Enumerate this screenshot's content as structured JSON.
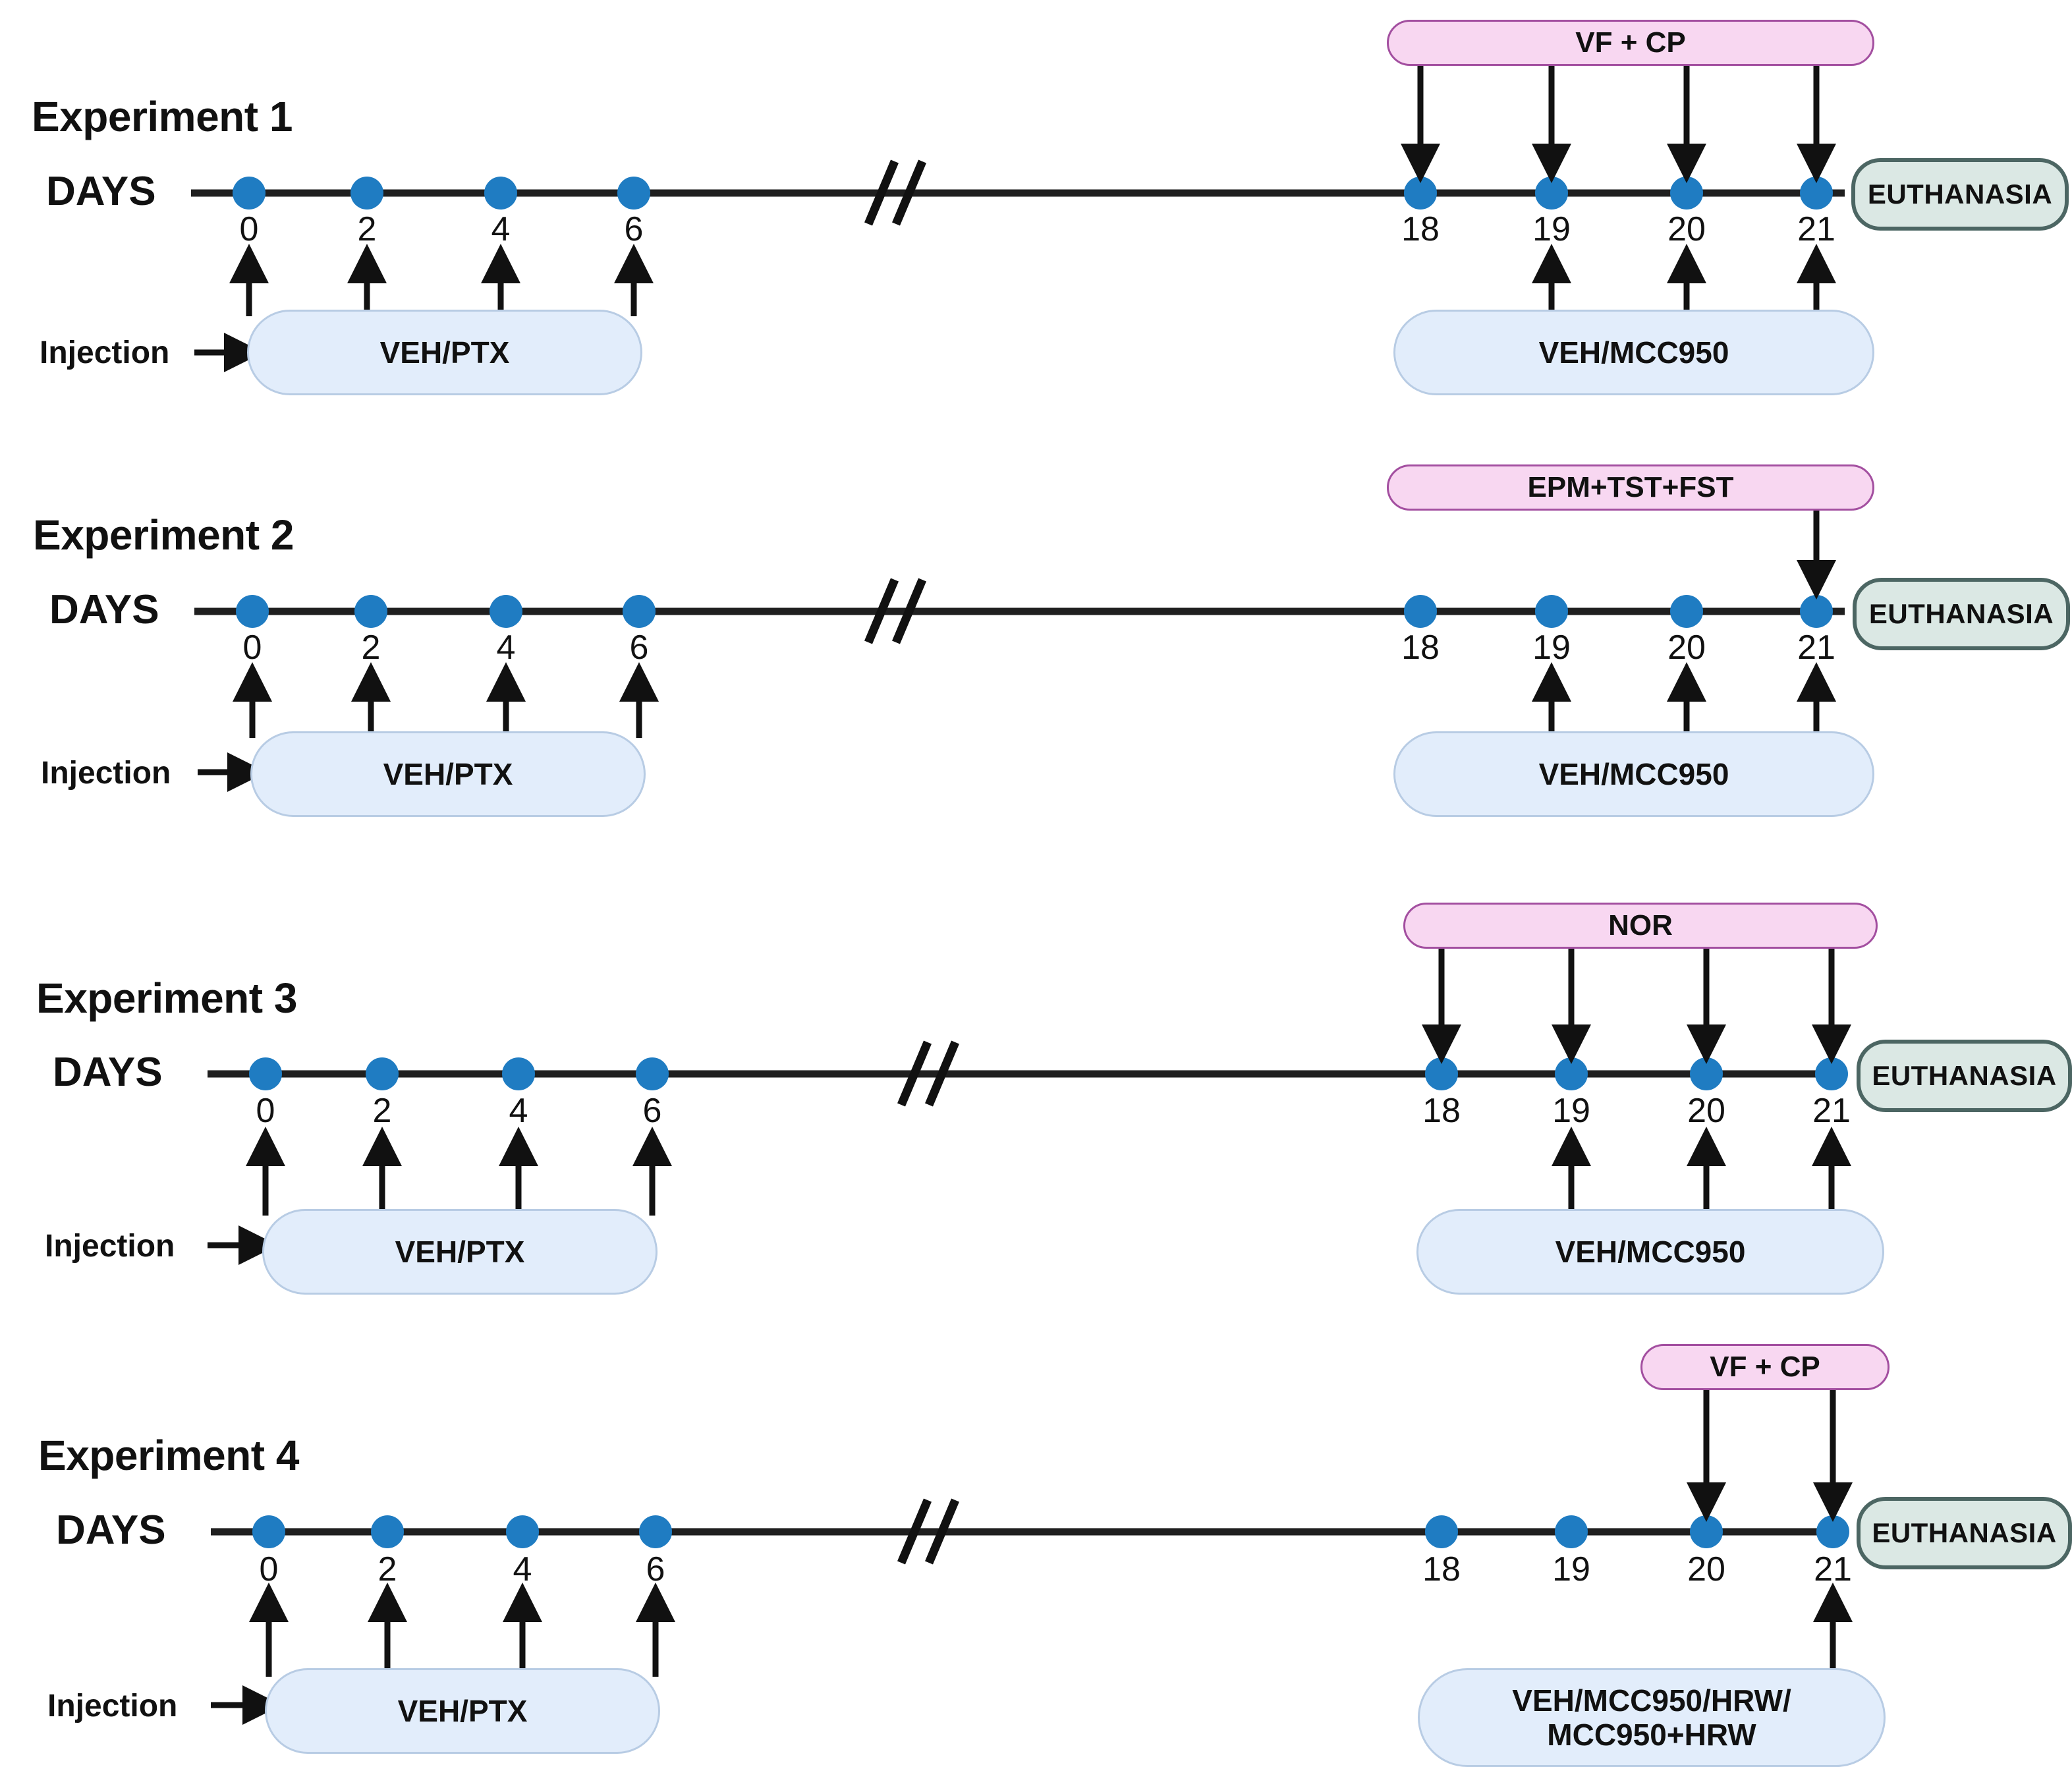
{
  "figure": {
    "type": "experimental-timeline-diagram",
    "colors": {
      "timeline_dot": "#1f7cc2",
      "timeline_line": "#1f1f1f",
      "behavior_box_fill": "#f8d7f1",
      "behavior_box_border": "#a34fa0",
      "injection_box_fill": "#e2edfb",
      "injection_box_border": "#b8cce4",
      "endpoint_box_fill": "#dbe8e4",
      "endpoint_box_border": "#4c6663",
      "text": "#111111",
      "background": "#ffffff"
    },
    "shared": {
      "days_label": "DAYS",
      "injection_label": "Injection",
      "break_marker": "//",
      "early_days": [
        "0",
        "2",
        "4",
        "6"
      ],
      "late_days": [
        "18",
        "19",
        "20",
        "21"
      ],
      "endpoint_label": "EUTHANASIA",
      "early_injection_label": "VEH/PTX"
    },
    "experiments": [
      {
        "title": "Experiment 1",
        "days_label": "DAYS",
        "injection_label": "Injection",
        "early_days": [
          "0",
          "2",
          "4",
          "6"
        ],
        "late_days": [
          "18",
          "19",
          "20",
          "21"
        ],
        "early_box_label": "VEH/PTX",
        "late_box_label": "VEH/MCC950",
        "behavior_box_label": "VF + CP",
        "endpoint_label": "EUTHANASIA",
        "behavior_arrow_days": [
          "18",
          "19",
          "20",
          "21"
        ],
        "late_injection_arrow_days": [
          "19",
          "20",
          "21"
        ],
        "early_injection_arrow_days": [
          "0",
          "2",
          "4",
          "6"
        ]
      },
      {
        "title": "Experiment 2",
        "days_label": "DAYS",
        "injection_label": "Injection",
        "early_days": [
          "0",
          "2",
          "4",
          "6"
        ],
        "late_days": [
          "18",
          "19",
          "20",
          "21"
        ],
        "early_box_label": "VEH/PTX",
        "late_box_label": "VEH/MCC950",
        "behavior_box_label": "EPM+TST+FST",
        "endpoint_label": "EUTHANASIA",
        "behavior_arrow_days": [
          "21"
        ],
        "late_injection_arrow_days": [
          "19",
          "20",
          "21"
        ],
        "early_injection_arrow_days": [
          "0",
          "2",
          "4",
          "6"
        ]
      },
      {
        "title": "Experiment 3",
        "days_label": "DAYS",
        "injection_label": "Injection",
        "early_days": [
          "0",
          "2",
          "4",
          "6"
        ],
        "late_days": [
          "18",
          "19",
          "20",
          "21"
        ],
        "early_box_label": "VEH/PTX",
        "late_box_label": "VEH/MCC950",
        "behavior_box_label": "NOR",
        "endpoint_label": "EUTHANASIA",
        "behavior_arrow_days": [
          "18",
          "19",
          "20",
          "21"
        ],
        "late_injection_arrow_days": [
          "19",
          "20",
          "21"
        ],
        "early_injection_arrow_days": [
          "0",
          "2",
          "4",
          "6"
        ]
      },
      {
        "title": "Experiment 4",
        "days_label": "DAYS",
        "injection_label": "Injection",
        "early_days": [
          "0",
          "2",
          "4",
          "6"
        ],
        "late_days": [
          "18",
          "19",
          "20",
          "21"
        ],
        "early_box_label": "VEH/PTX",
        "late_box_label_line1": "VEH/MCC950/HRW/",
        "late_box_label_line2": "MCC950+HRW",
        "behavior_box_label": "VF + CP",
        "endpoint_label": "EUTHANASIA",
        "behavior_arrow_days": [
          "20",
          "21"
        ],
        "late_injection_arrow_days": [
          "21"
        ],
        "early_injection_arrow_days": [
          "0",
          "2",
          "4",
          "6"
        ]
      }
    ]
  }
}
